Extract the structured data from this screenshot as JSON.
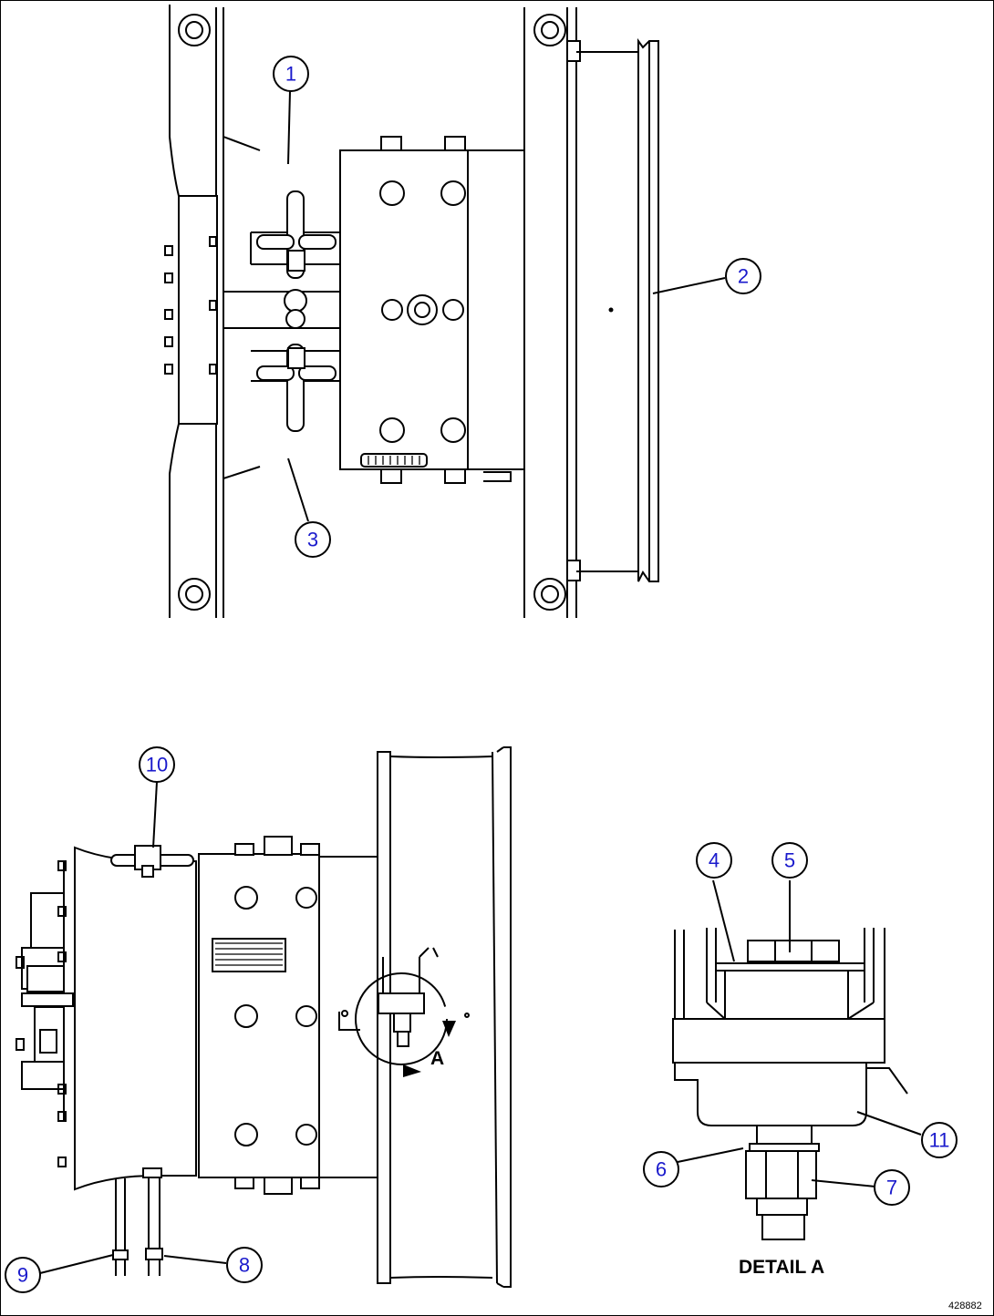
{
  "callouts": [
    {
      "id": "1",
      "label": "1"
    },
    {
      "id": "2",
      "label": "2"
    },
    {
      "id": "3",
      "label": "3"
    },
    {
      "id": "4",
      "label": "4"
    },
    {
      "id": "5",
      "label": "5"
    },
    {
      "id": "6",
      "label": "6"
    },
    {
      "id": "7",
      "label": "7"
    },
    {
      "id": "8",
      "label": "8"
    },
    {
      "id": "9",
      "label": "9"
    },
    {
      "id": "10",
      "label": "10"
    },
    {
      "id": "11",
      "label": "11"
    }
  ],
  "detail_marker": "A",
  "detail_title": "DETAIL A",
  "drawing_ref": "428882"
}
